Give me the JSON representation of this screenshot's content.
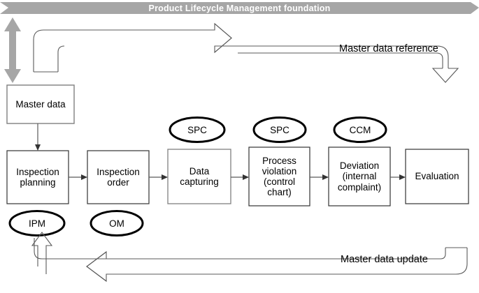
{
  "diagram": {
    "title": "Product Lifecycle Management foundation",
    "banner": {
      "label": "Product Lifecycle Management foundation",
      "fill": "#a6a6a6",
      "text_color": "#ffffff"
    },
    "colors": {
      "banner_gray": "#a6a6a6",
      "arrow_gray": "#a6a6a6",
      "box_stroke": "#7f7f7f",
      "box_stroke_dark": "#000000",
      "line": "#595959",
      "background": "#ffffff"
    },
    "boxes": [
      {
        "id": "master-data",
        "label": "Master data"
      },
      {
        "id": "inspection-planning",
        "label": "Inspection\nplanning",
        "line1": "Inspection",
        "line2": "planning"
      },
      {
        "id": "inspection-order",
        "label": "Inspection\norder",
        "line1": "Inspection",
        "line2": "order"
      },
      {
        "id": "data-capturing",
        "label": "Data\ncapturing",
        "line1": "Data",
        "line2": "capturing"
      },
      {
        "id": "process-violation",
        "label": "Process violation (control chart)",
        "line1": "Process",
        "line2": "violation",
        "line3": "(control",
        "line4": "chart)"
      },
      {
        "id": "deviation",
        "label": "Deviation (internal complaint)",
        "line1": "Deviation",
        "line2": "(internal",
        "line3": "complaint)"
      },
      {
        "id": "evaluation",
        "label": "Evaluation"
      }
    ],
    "ellipses": [
      {
        "id": "spc-1",
        "label": "SPC"
      },
      {
        "id": "spc-2",
        "label": "SPC"
      },
      {
        "id": "ccm",
        "label": "CCM"
      },
      {
        "id": "ipm",
        "label": "IPM"
      },
      {
        "id": "om",
        "label": "OM"
      }
    ],
    "flow_labels": [
      {
        "id": "master-data-reference",
        "label": "Master data reference"
      },
      {
        "id": "master-data-update",
        "label": "Master data update"
      }
    ],
    "icons": {
      "vertical_double_arrow": "double-arrow-vertical-icon",
      "top_block_arrow": "block-arrow-right-down-icon",
      "bottom_block_arrow": "block-arrow-left-up-icon"
    }
  }
}
